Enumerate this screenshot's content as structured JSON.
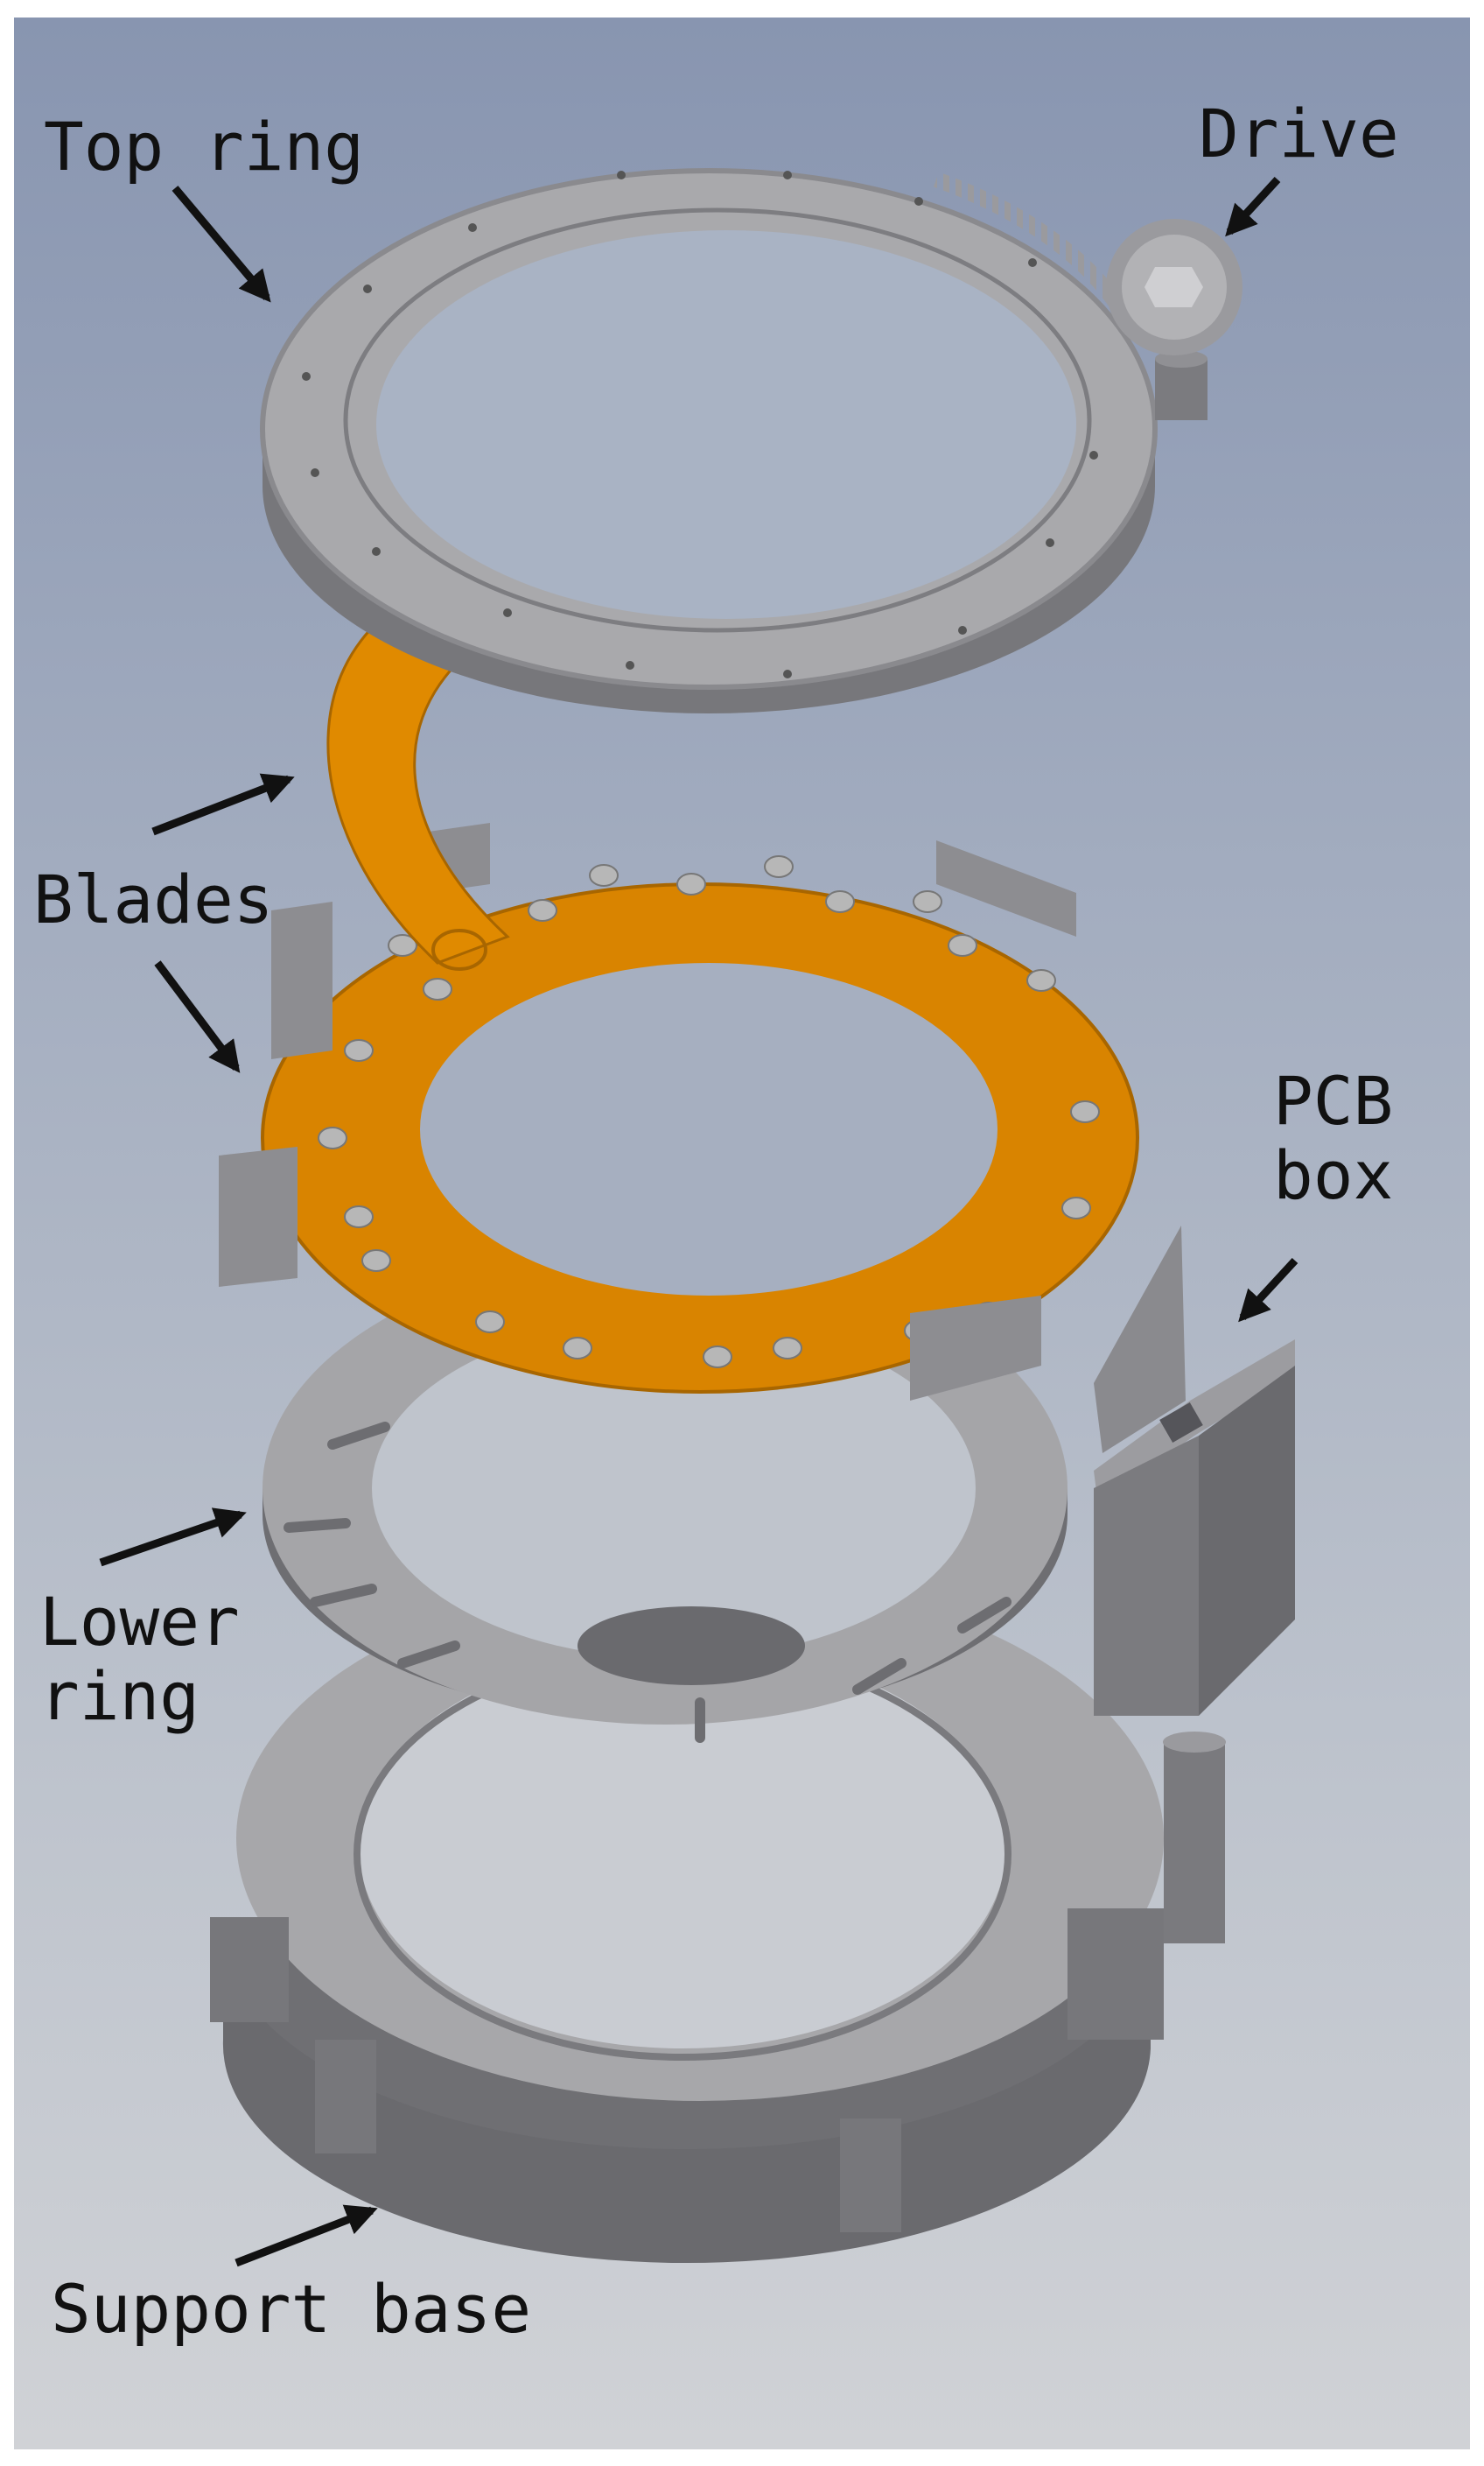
{
  "labels": {
    "top_ring": "Top ring",
    "drive": "Drive",
    "blades": "Blades",
    "pcb_box_line1": "PCB",
    "pcb_box_line2": "box",
    "lower_ring_line1": "Lower",
    "lower_ring_line2": "ring",
    "support_base": "Support base"
  },
  "colors": {
    "background_top": "#8895b0",
    "background_bottom": "#d0d2d6",
    "part_gray": "#a3a3a6",
    "part_dark": "#6f6f73",
    "blade_orange": "#e08a00",
    "arrow": "#111111"
  }
}
